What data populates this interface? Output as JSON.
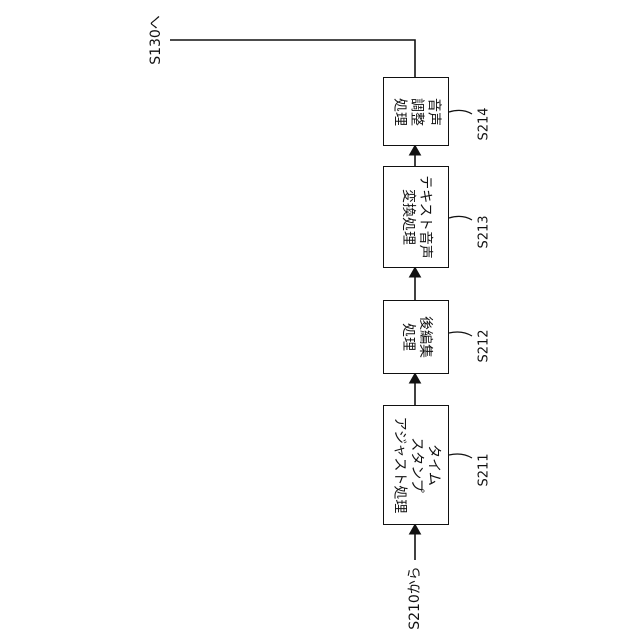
{
  "flow": {
    "start_label": "S210から",
    "end_label": "S130へ",
    "steps": [
      {
        "id": "S211",
        "text": "タイム\nスタンプ\nアジャスト処理"
      },
      {
        "id": "S212",
        "text": "後編集\n処理"
      },
      {
        "id": "S213",
        "text": "テキスト音声\n変換処理"
      },
      {
        "id": "S214",
        "text": "音声\n調整\n処理"
      }
    ]
  }
}
